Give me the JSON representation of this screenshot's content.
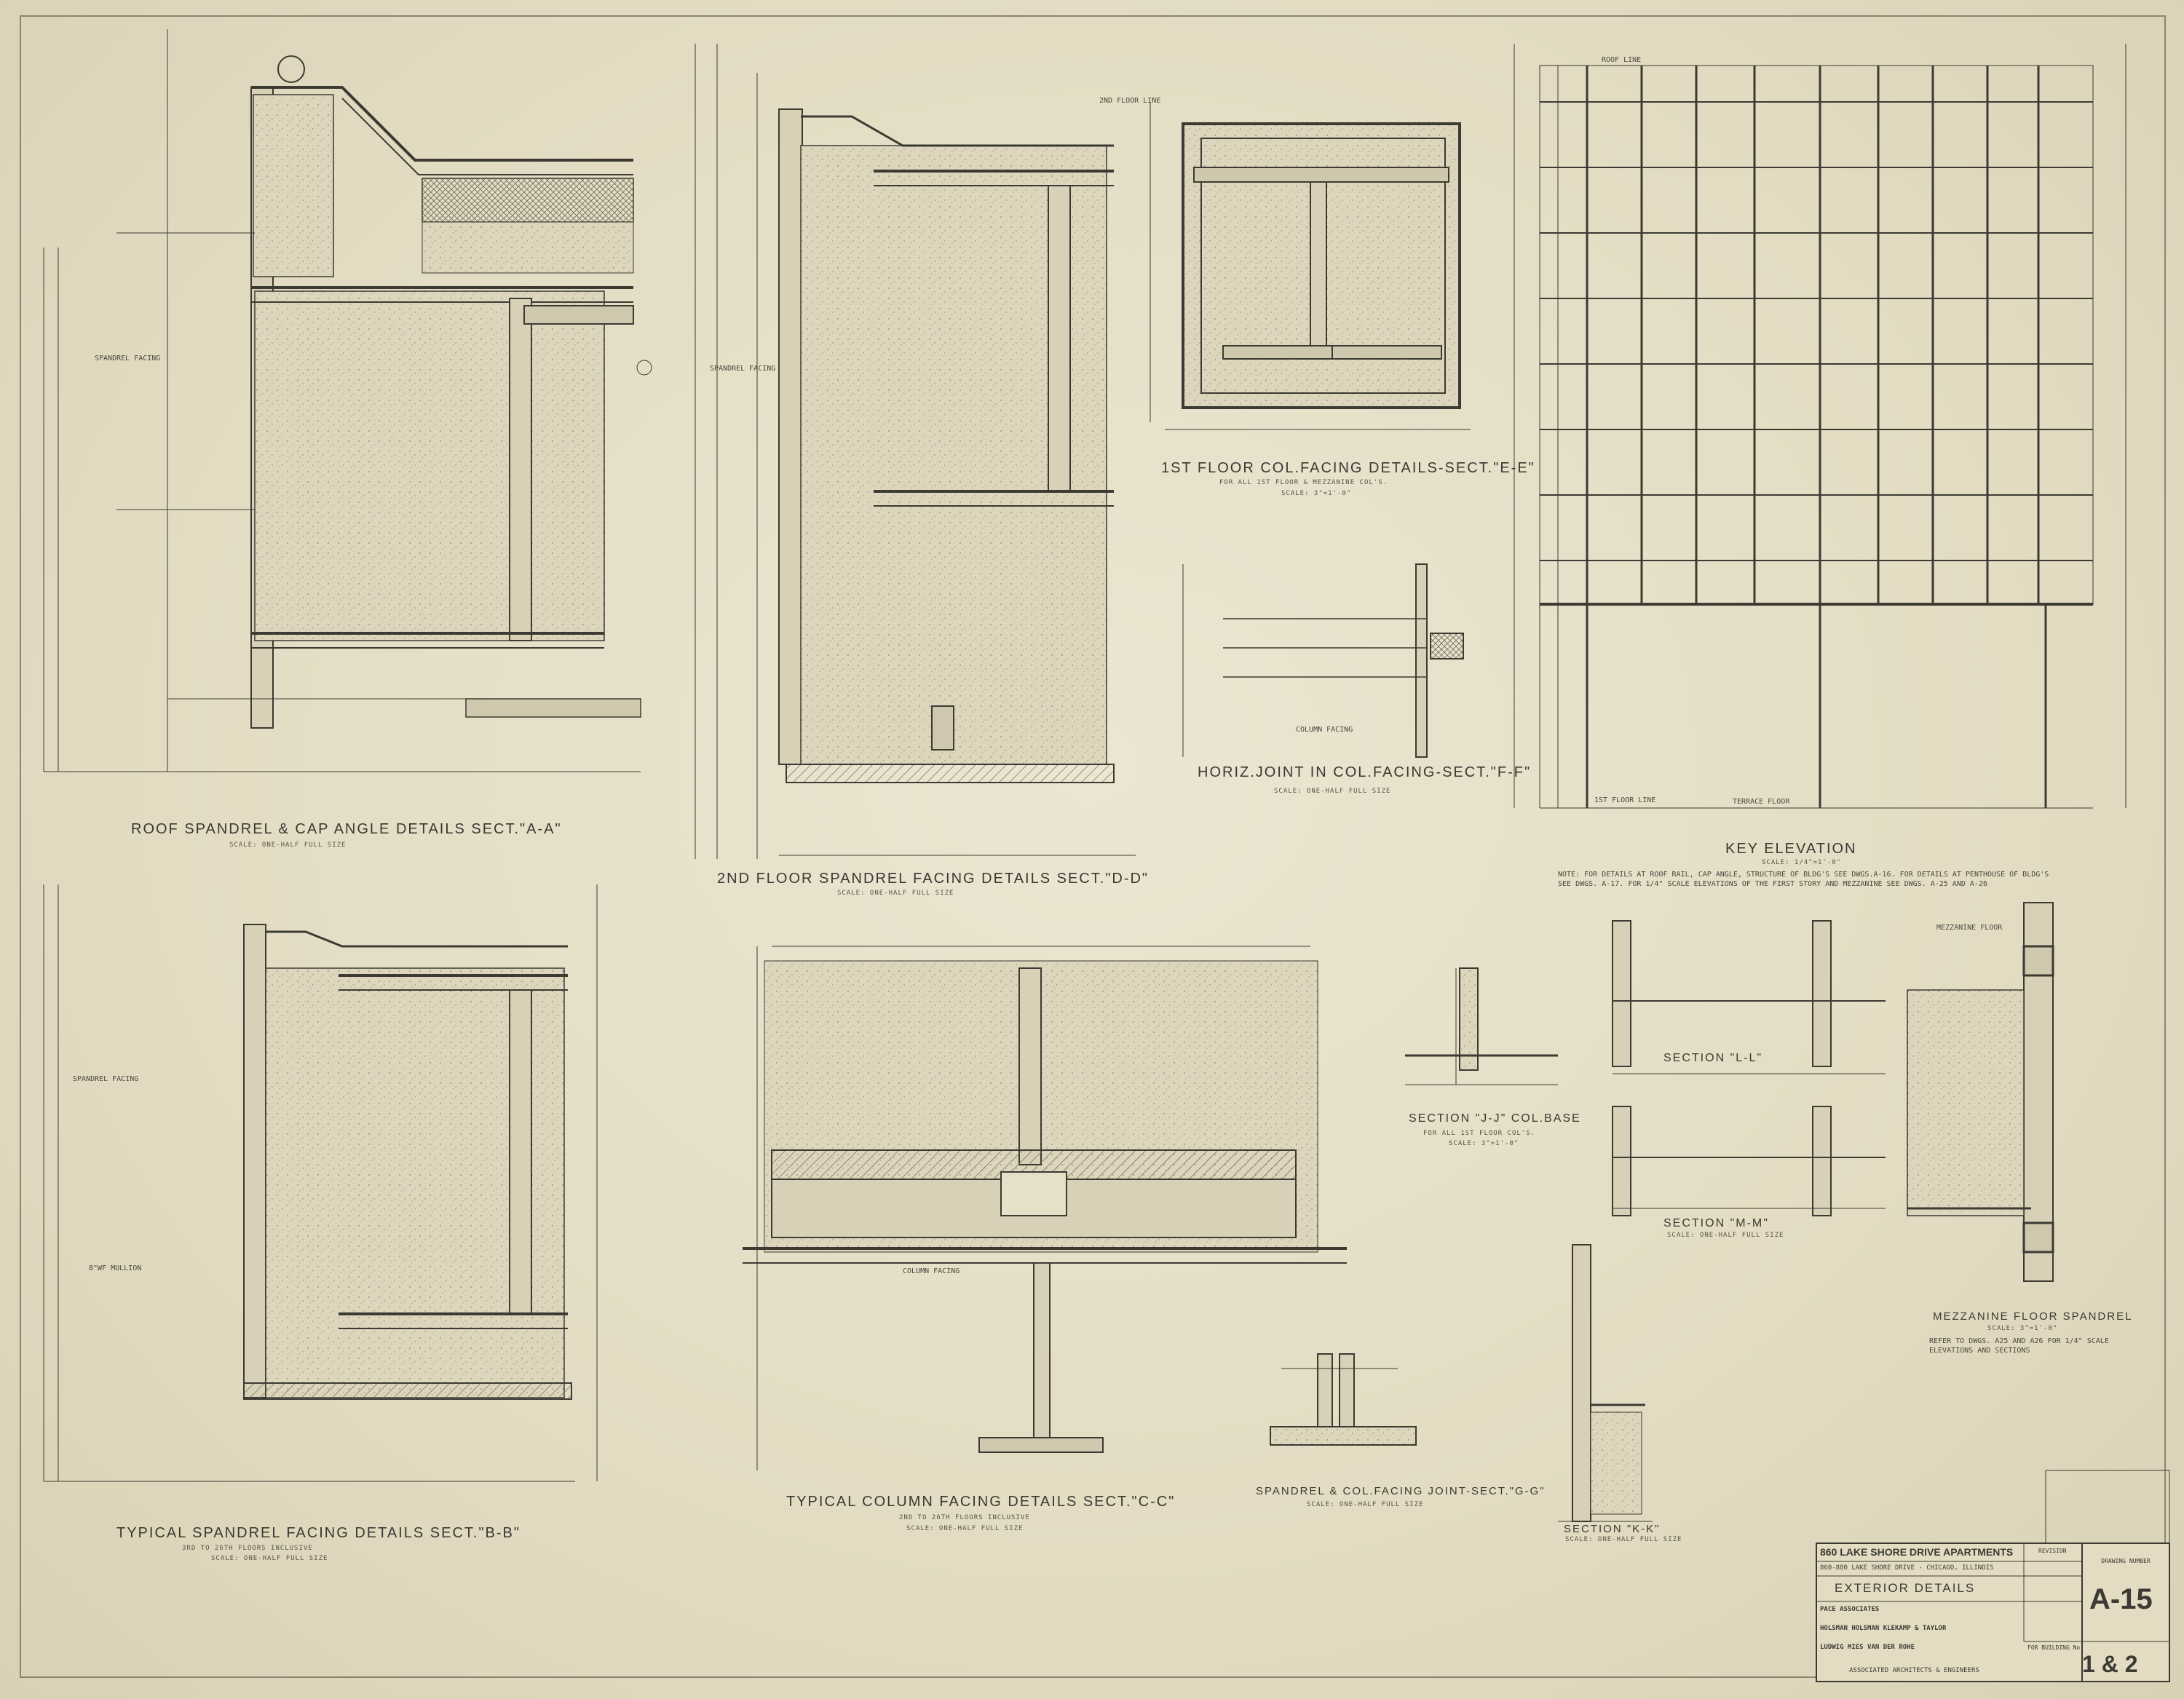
{
  "titles": {
    "roof": "ROOF SPANDREL & CAP ANGLE DETAILS  SECT.\"A-A\"",
    "roof_scale": "SCALE: ONE-HALF FULL SIZE",
    "second": "2ND FLOOR SPANDREL FACING DETAILS  SECT.\"D-D\"",
    "second_scale": "SCALE: ONE-HALF FULL SIZE",
    "col_first": "1ST FLOOR COL.FACING DETAILS-SECT.\"E-E\"",
    "col_first_sub": "FOR ALL 1ST FLOOR & MEZZANINE COL'S.",
    "col_first_scale": "SCALE: 3\"=1'-0\"",
    "horiz": "HORIZ.JOINT IN COL.FACING-SECT.\"F-F\"",
    "horiz_scale": "SCALE: ONE-HALF FULL SIZE",
    "key": "KEY ELEVATION",
    "key_scale": "SCALE: 1/4\"=1'-0\"",
    "key_note": "NOTE: FOR DETAILS AT ROOF RAIL, CAP ANGLE, STRUCTURE OF BLDG'S SEE DWGS.A-16. FOR DETAILS AT PENTHOUSE OF BLDG'S SEE DWGS. A-17. FOR 1/4\" SCALE ELEVATIONS OF THE FIRST STORY AND MEZZANINE SEE DWGS. A-25 AND A-26",
    "typical_spandrel": "TYPICAL SPANDREL FACING DETAILS  SECT.\"B-B\"",
    "typical_spandrel_sub": "3RD TO 26TH FLOORS INCLUSIVE",
    "typical_spandrel_scale": "SCALE: ONE-HALF FULL SIZE",
    "typical_column": "TYPICAL COLUMN FACING DETAILS  SECT.\"C-C\"",
    "typical_column_sub": "2ND TO 26TH FLOORS INCLUSIVE",
    "typical_column_scale": "SCALE: ONE-HALF FULL SIZE",
    "spandrel_joint": "SPANDREL & COL.FACING JOINT-SECT.\"G-G\"",
    "spandrel_joint_scale": "SCALE: ONE-HALF FULL SIZE",
    "col_base": "SECTION \"J-J\" COL.BASE",
    "col_base_sub": "FOR ALL 1ST FLOOR COL'S.",
    "col_base_scale": "SCALE: 3\"=1'-0\"",
    "sect_ll": "SECTION \"L-L\"",
    "sect_mm": "SECTION \"M-M\"",
    "sect_mm_scale": "SCALE: ONE-HALF FULL SIZE",
    "sect_kk": "SECTION \"K-K\"",
    "sect_kk_scale": "SCALE: ONE-HALF FULL SIZE",
    "mezz": "MEZZANINE FLOOR SPANDREL",
    "mezz_scale": "SCALE: 3\"=1'-0\"",
    "mezz_note": "REFER TO DWGS. A25 AND A26 FOR 1/4\" SCALE ELEVATIONS AND SECTIONS"
  },
  "labels": {
    "spandrel_facing_1": "SPANDREL FACING",
    "spandrel_facing_2": "SPANDREL FACING",
    "spandrel_facing_3": "SPANDREL FACING",
    "column_facing_1": "COLUMN FACING",
    "column_facing_2": "COLUMN FACING",
    "floor_line_2nd": "2ND FLOOR LINE",
    "floor_line_1st": "1ST FLOOR LINE",
    "terrace_floor": "TERRACE FLOOR",
    "mezz_floor": "MEZZANINE FLOOR",
    "typical_mullion": "8\"WF MULLION",
    "roof_line": "ROOF LINE"
  },
  "title_block": {
    "project": "860 LAKE SHORE DRIVE APARTMENTS",
    "address": "860-880 LAKE SHORE DRIVE  -  CHICAGO, ILLINOIS",
    "sheet_title": "EXTERIOR DETAILS",
    "firm1": "PACE ASSOCIATES",
    "firm2": "HOLSMAN HOLSMAN KLEKAMP & TAYLOR",
    "firm3": "LUDWIG MIES VAN DER ROHE",
    "firm_footer": "ASSOCIATED ARCHITECTS & ENGINEERS",
    "drawing_number": "A-15",
    "building_label": "FOR BUILDING No.",
    "building": "1 & 2",
    "revision_label": "REVISION",
    "number_label": "DRAWING NUMBER"
  },
  "colors": {
    "paper": "#e6e0c9",
    "ink": "#3c3a33",
    "fill": "#d8d1b8"
  }
}
